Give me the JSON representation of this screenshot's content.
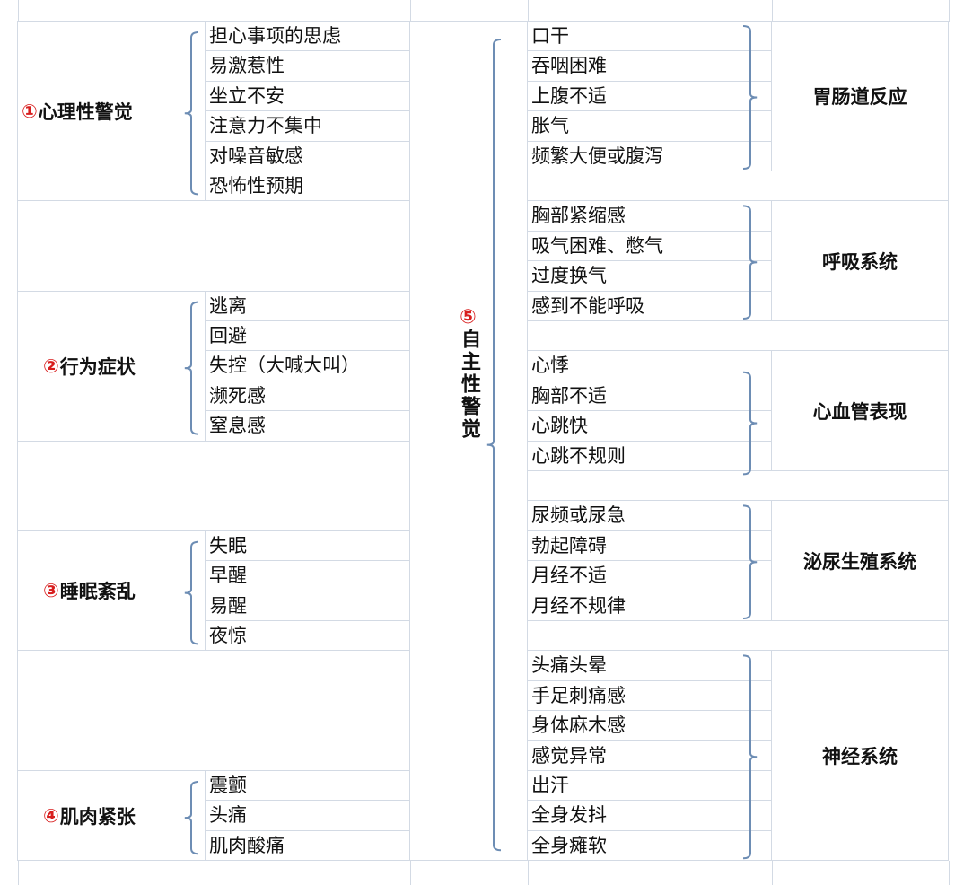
{
  "left_groups": [
    {
      "number": "①",
      "title": "心理性警觉",
      "items": [
        "担心事项的思虑",
        "易激惹性",
        "坐立不安",
        "注意力不集中",
        "对噪音敏感",
        "恐怖性预期"
      ]
    },
    {
      "number": "②",
      "title": "行为症状",
      "items": [
        "逃离",
        "回避",
        "失控（大喊大叫）",
        "濒死感",
        "窒息感"
      ]
    },
    {
      "number": "③",
      "title": "睡眠紊乱",
      "items": [
        "失眠",
        "早醒",
        "易醒",
        "夜惊"
      ]
    },
    {
      "number": "④",
      "title": "肌肉紧张",
      "items": [
        "震颤",
        "头痛",
        "肌肉酸痛"
      ]
    }
  ],
  "autonomic": {
    "number": "⑤",
    "title": "自主性警觉"
  },
  "right_groups": [
    {
      "category": "胃肠道反应",
      "items": [
        "口干",
        "吞咽困难",
        "上腹不适",
        "胀气",
        "频繁大便或腹泻"
      ]
    },
    {
      "category": "呼吸系统",
      "items": [
        "胸部紧缩感",
        "吸气困难、憋气",
        "过度换气",
        "感到不能呼吸"
      ]
    },
    {
      "category": "心血管表现",
      "items": [
        "心悸",
        "胸部不适",
        "心跳快",
        "心跳不规则"
      ]
    },
    {
      "category": "泌尿生殖系统",
      "items": [
        "尿频或尿急",
        "勃起障碍",
        "月经不适",
        "月经不规律"
      ]
    },
    {
      "category": "神经系统",
      "items": [
        "头痛头晕",
        "手足刺痛感",
        "身体麻木感",
        "感觉异常",
        "出汗",
        "全身发抖",
        "全身瘫软"
      ]
    }
  ],
  "colors": {
    "grid": "#d3dae4",
    "brace": "#6d8db4",
    "number": "#d81e1e"
  }
}
